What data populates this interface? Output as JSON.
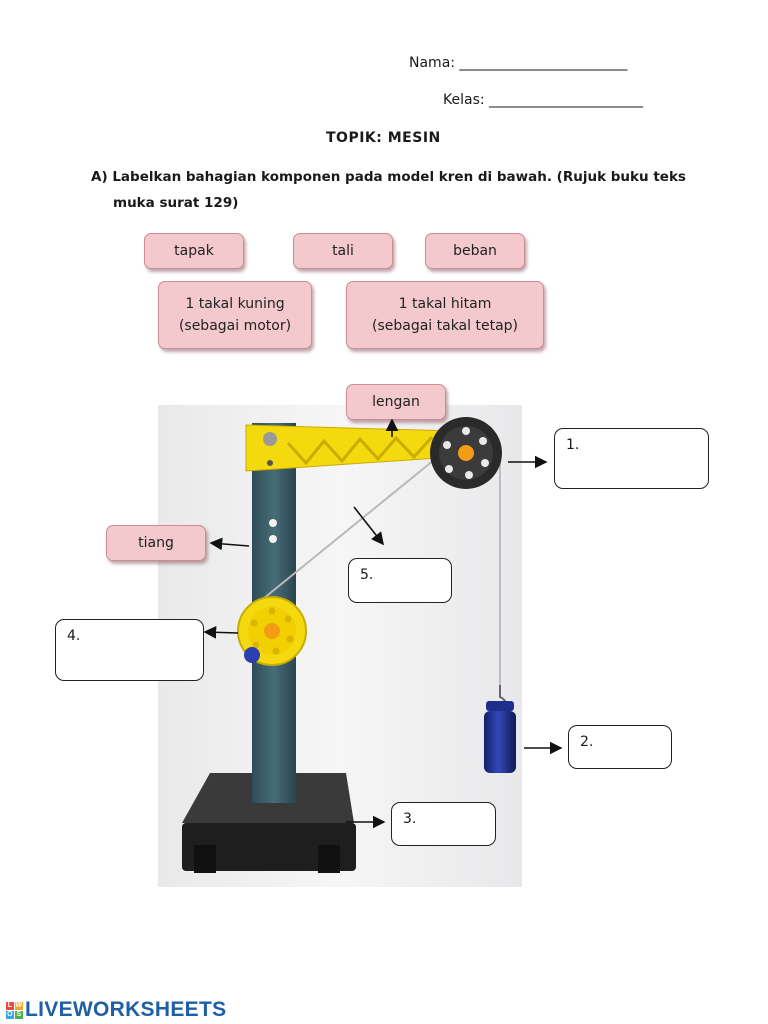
{
  "header": {
    "name_label": "Nama: ________________________",
    "class_label": "Kelas: ______________________"
  },
  "title": "TOPIK: MESIN",
  "question": {
    "line1": "A)  Labelkan bahagian komponen pada model kren di bawah. (Rujuk buku teks",
    "line2": "muka surat 129)"
  },
  "word_bank": {
    "tapak": "tapak",
    "tali": "tali",
    "beban": "beban",
    "takal_kuning_1": "1 takal kuning",
    "takal_kuning_2": "(sebagai motor)",
    "takal_hitam_1": "1 takal hitam",
    "takal_hitam_2": "(sebagai takal tetap)"
  },
  "given_labels": {
    "lengan": "lengan",
    "tiang": "tiang"
  },
  "answer_boxes": {
    "box1": "1.",
    "box2": "2.",
    "box3": "3.",
    "box4": "4.",
    "box5": "5."
  },
  "footer": {
    "brand": "LIVEWORKSHEETS",
    "logo_letters": [
      "L",
      "W",
      "O",
      "S"
    ]
  },
  "colors": {
    "chip_fill": "#f3c9cd",
    "chip_border": "#c98d93",
    "crane_yellow": "#f5d90f",
    "post_teal": "#3c5f6a",
    "base_black": "#222222",
    "weight_blue": "#1d2f8a",
    "brand_blue": "#1f5fa3"
  }
}
